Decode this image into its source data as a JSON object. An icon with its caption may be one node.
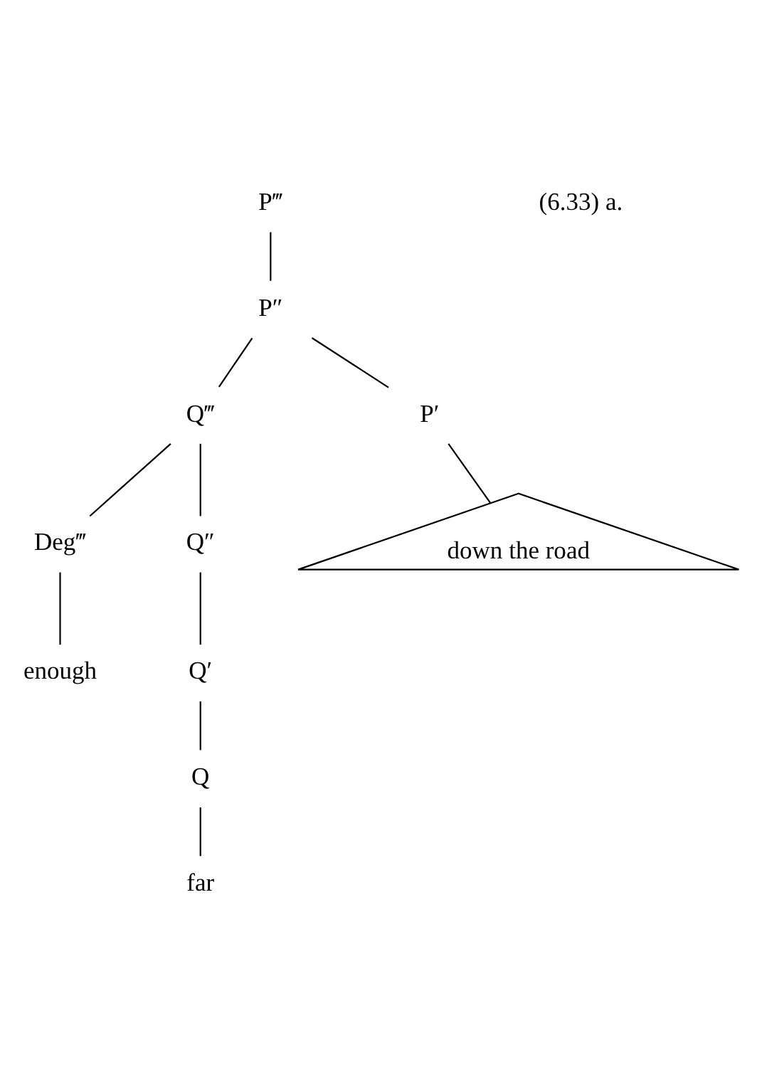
{
  "diagram": {
    "nodes": [
      {
        "text": [
          "P‴"
        ]
      },
      {
        "text": [
          "P″"
        ]
      },
      {
        "text": [
          "Q‴"
        ]
      },
      {
        "text": [
          "P′"
        ]
      },
      {
        "text": [
          "Deg‴"
        ]
      },
      {
        "text": [
          "Q″"
        ]
      },
      {
        "text": [
          "down the road"
        ]
      },
      {
        "text": [
          "enough"
        ]
      },
      {
        "text": [
          "Q′"
        ]
      },
      {
        "text": [
          "Q"
        ]
      },
      {
        "text": [
          "far"
        ]
      }
    ],
    "edges": [
      {
        "from": 0,
        "to": 1,
        "arrow": "none"
      },
      {
        "from": 1,
        "to": 2,
        "arrow": "none"
      },
      {
        "from": 1,
        "to": 3,
        "arrow": "none"
      },
      {
        "from": 2,
        "to": 4,
        "arrow": "none"
      },
      {
        "from": 2,
        "to": 5,
        "arrow": "none"
      },
      {
        "from": 3,
        "to": 6,
        "arrow": "none"
      },
      {
        "from": 4,
        "to": 7,
        "arrow": "none"
      },
      {
        "from": 5,
        "to": 8,
        "arrow": "none"
      },
      {
        "from": 8,
        "to": 9,
        "arrow": "none"
      },
      {
        "from": 9,
        "to": 10,
        "arrow": "none"
      }
    ],
    "labels": [
      "(6.33) a."
    ]
  }
}
